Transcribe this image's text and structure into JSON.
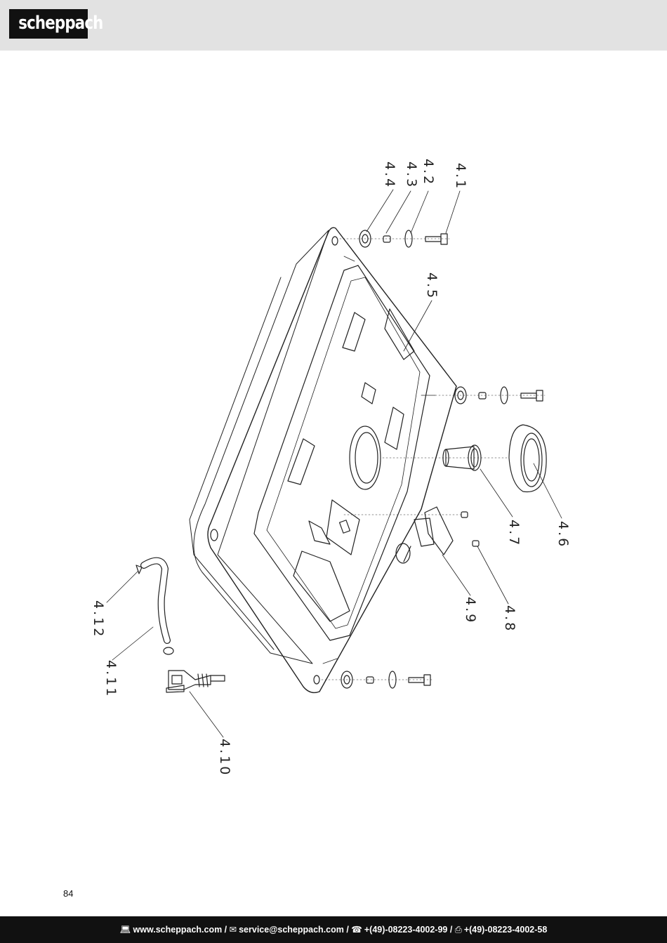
{
  "brand": {
    "logo_text": "scheppach"
  },
  "diagram": {
    "labels": {
      "p4_1": "4.1",
      "p4_2": "4.2",
      "p4_3": "4.3",
      "p4_4": "4.4",
      "p4_5": "4.5",
      "p4_6": "4.6",
      "p4_7": "4.7",
      "p4_8": "4.8",
      "p4_9": "4.9",
      "p4_10": "4.10",
      "p4_11": "4.11",
      "p4_12": "4.12"
    }
  },
  "page": {
    "number": "84"
  },
  "footer": {
    "web_icon": "laptop-icon",
    "web": "www.scheppach.com",
    "sep1": " / ",
    "mail_icon": "mail-icon",
    "mail": "service@scheppach.com",
    "sep2": " / ",
    "phone_icon": "phone-icon",
    "phone": "+(49)-08223-4002-99",
    "sep3": " / ",
    "fax_icon": "fax-icon",
    "fax": "+(49)-08223-4002-58"
  }
}
